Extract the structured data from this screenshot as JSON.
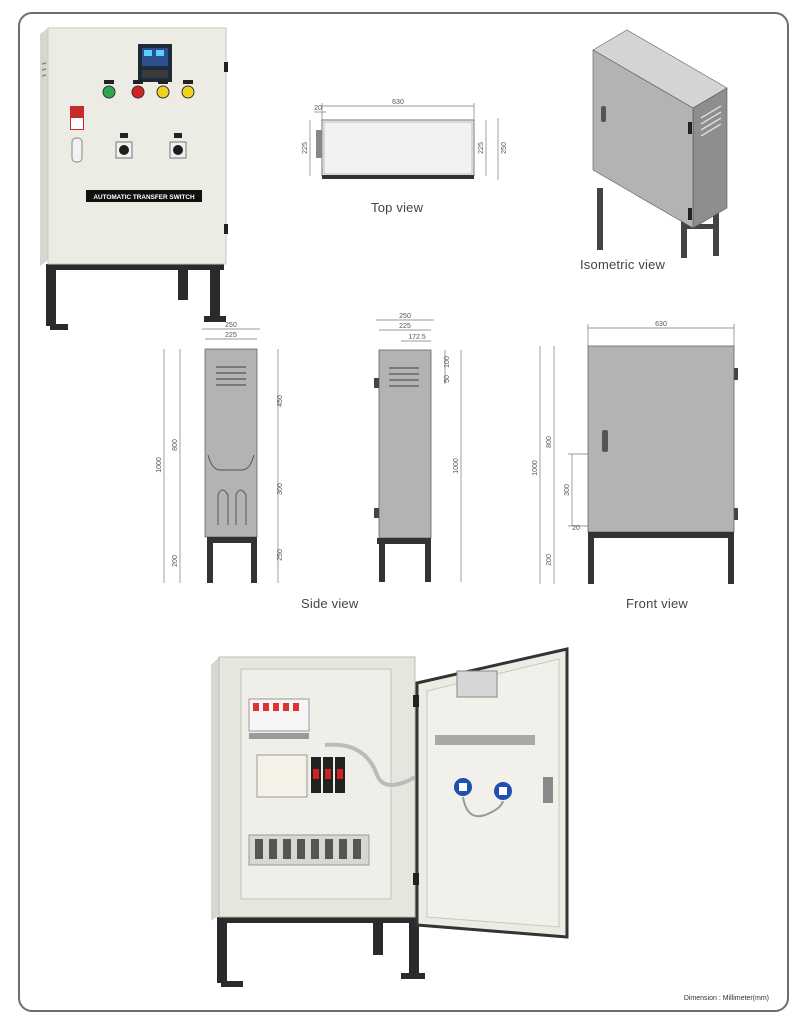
{
  "photo_front": {
    "label_strip": "AUTOMATIC TRANSFER SWITCH"
  },
  "top_view": {
    "caption": "Top view",
    "dims": {
      "width": "630",
      "offset": "20",
      "depth_left": "225",
      "depth_inner": "225",
      "depth_outer": "250"
    }
  },
  "isometric_view": {
    "caption": "Isometric view"
  },
  "side_view": {
    "caption": "Side view",
    "left_dims": {
      "width_outer": "250",
      "width_inner": "225",
      "height_total": "1000",
      "height_body": "800",
      "stand": "200",
      "upper": "450",
      "middle": "300",
      "lower": "250"
    },
    "right_dims": {
      "width_outer": "250",
      "width_inner": "225",
      "vent_w": "172.5",
      "top_a": "100",
      "top_b": "50",
      "height_total": "1000"
    }
  },
  "front_view": {
    "caption": "Front view",
    "dims": {
      "width": "630",
      "height_total": "1000",
      "height_body": "800",
      "stand": "200",
      "handle": "300",
      "gap": "20"
    }
  },
  "footer": {
    "dimension_note": "Dimension : Millimeter(mm)"
  },
  "colors": {
    "cabinet": "#ecebe4",
    "panel_gray": "#b3b3b1",
    "frame_border": "#6e6e6e",
    "stand": "#2a2a2a"
  }
}
